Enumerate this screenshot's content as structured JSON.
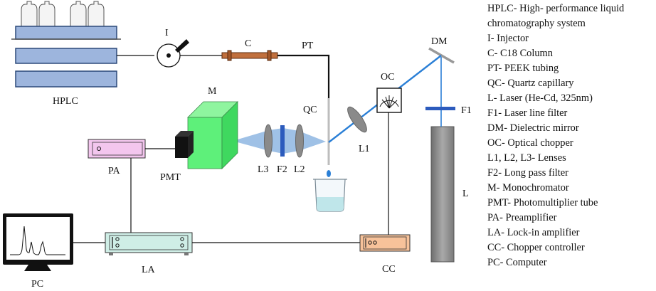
{
  "labels": {
    "hplc": "HPLC",
    "injector": "I",
    "column": "C",
    "peek": "PT",
    "qc": "QC",
    "oc": "OC",
    "dm": "DM",
    "f1": "F1",
    "laser": "L",
    "l1": "L1",
    "l2": "L2",
    "f2": "F2",
    "l3": "L3",
    "mono": "M",
    "pmt": "PMT",
    "pa": "PA",
    "la": "LA",
    "cc": "CC",
    "pc": "PC"
  },
  "legend": [
    "HPLC- High- performance liquid chromatography system",
    "I- Injector",
    "C- C18 Column",
    "PT- PEEK tubing",
    "QC- Quartz capillary",
    "L- Laser (He-Cd, 325nm)",
    "F1- Laser line filter",
    "DM- Dielectric mirror",
    "OC- Optical chopper",
    "L1, L2, L3- Lenses",
    "F2- Long pass filter",
    "M- Monochromator",
    "PMT- Photomultiplier tube",
    "PA- Preamplifier",
    "LA- Lock-in amplifier",
    "CC- Chopper controller",
    "PC- Computer"
  ],
  "colors": {
    "hplc_fill": "#9db5dd",
    "column_fill": "#c1703d",
    "beam_uv": "#2a7fd6",
    "beam_detect": "#9fc1e6",
    "mono_fill": "#5ef07a",
    "pa_fill": "#f3c6ee",
    "la_fill": "#cfeee6",
    "cc_fill": "#f7c29a",
    "laser_fill": "#8f8f8f",
    "filter_fill": "#2c5bbd"
  },
  "icons": {
    "pc_screen": "chromatogram-peaks-icon",
    "injector": "injector-valve-icon",
    "chopper": "chopper-wheel-icon",
    "beaker": "beaker-icon",
    "bottles": "solvent-bottle-icon"
  }
}
